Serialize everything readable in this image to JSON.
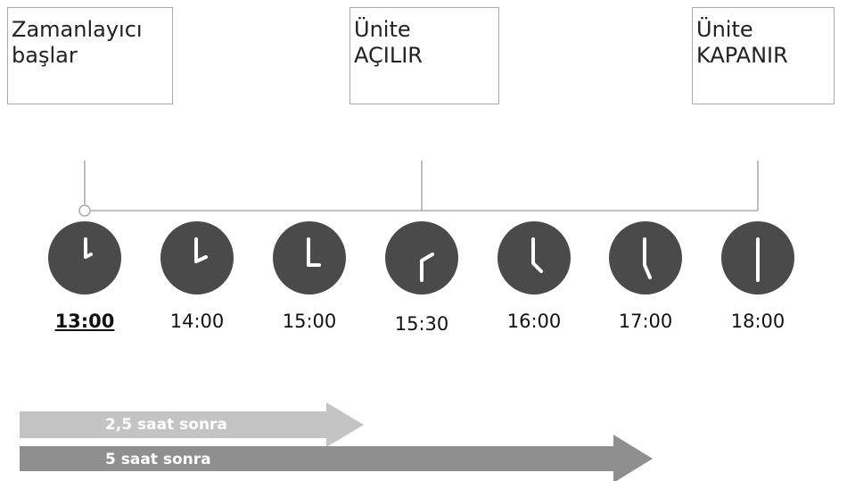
{
  "events": {
    "start": {
      "line1": "Zamanlayıcı",
      "line2": "başlar"
    },
    "on": {
      "line1": "Ünite",
      "line2": "AÇILIR"
    },
    "off": {
      "line1": "Ünite",
      "line2": "KAPANIR"
    }
  },
  "clocks": [
    {
      "time": "13:00",
      "current": true
    },
    {
      "time": "14:00",
      "current": false
    },
    {
      "time": "15:00",
      "current": false
    },
    {
      "time": "15:30",
      "current": false
    },
    {
      "time": "16:00",
      "current": false
    },
    {
      "time": "17:00",
      "current": false
    },
    {
      "time": "18:00",
      "current": false
    }
  ],
  "durations": [
    {
      "label": "2,5 saat sonra",
      "color": "#c4c4c4"
    },
    {
      "label": "5 saat sonra",
      "color": "#8f8f8f"
    }
  ],
  "colors": {
    "clock_face": "#4a4a4a",
    "hand": "#ffffff",
    "connector": "#a8a8a8"
  }
}
